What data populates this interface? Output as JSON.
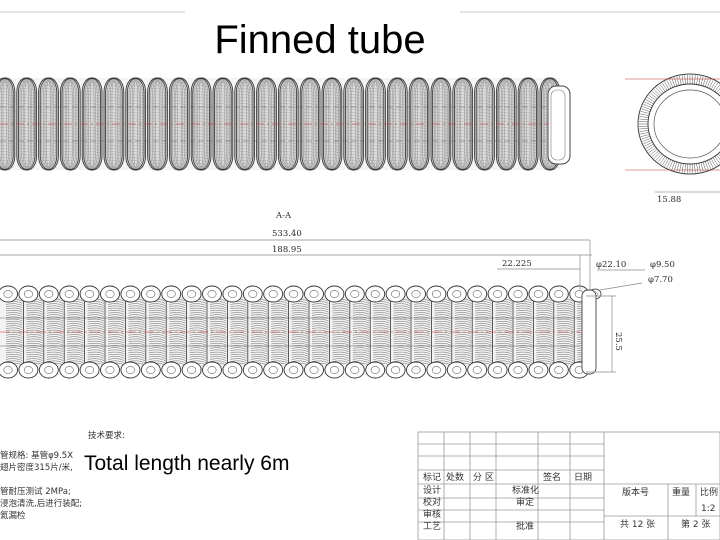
{
  "title": "Finned tube",
  "caption": "Total length nearly 6m",
  "section_label": "A-A",
  "dimensions": {
    "overall": "533.40",
    "sub_length": "188.95",
    "fin_pitch": "22.225",
    "fin_dia": "φ22.10",
    "tube_od": "φ9.50",
    "tube_id": "φ7.70",
    "height": "25.5",
    "end_view_width": "15.88"
  },
  "tech_req": {
    "heading": "技术要求:",
    "lines": [
      "管规格: 基管φ9.5X",
      "翅片密度315片/米,",
      "",
      "管耐压测试 2MPa;",
      "浸泡清洗,后进行装配;",
      "氦漏检"
    ]
  },
  "title_block": {
    "row1": [
      "标记",
      "处数",
      "分 区",
      "签名",
      "日期"
    ],
    "row_labels": [
      "设计",
      "校对",
      "审核",
      "工艺"
    ],
    "col_labels": [
      "标准化",
      "审定",
      "批准"
    ],
    "version_label": "版本号",
    "weight_label": "重量",
    "scale_label": "比例",
    "scale_value": "1:2",
    "sheet_total": "共 12 张",
    "sheet_no": "第 2 张"
  }
}
